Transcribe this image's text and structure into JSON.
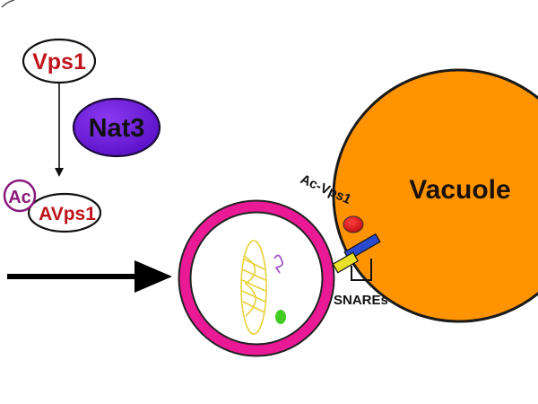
{
  "labels": {
    "vps1": "Vps1",
    "nat3": "Nat3",
    "ac": "Ac",
    "avps1": "AVps1",
    "ac_vps1": "Ac-Vps1",
    "vacuole": "Vacuole",
    "snares": "SNAREs"
  },
  "colors": {
    "vps1_text": "#c0141c",
    "nat3_fill": "#6a18d8",
    "ac_circle": "#8a1a7a",
    "vesicle_ring": "#ea1a96",
    "vacuole_fill": "#ff9400",
    "red_protein": "#d4141c",
    "blue_protein": "#2a4ad0",
    "yellow_protein": "#e8e02a",
    "green_dot": "#44cc22",
    "yellow_dna": "#e8d13a",
    "purple_squiggle": "#a256c8"
  }
}
